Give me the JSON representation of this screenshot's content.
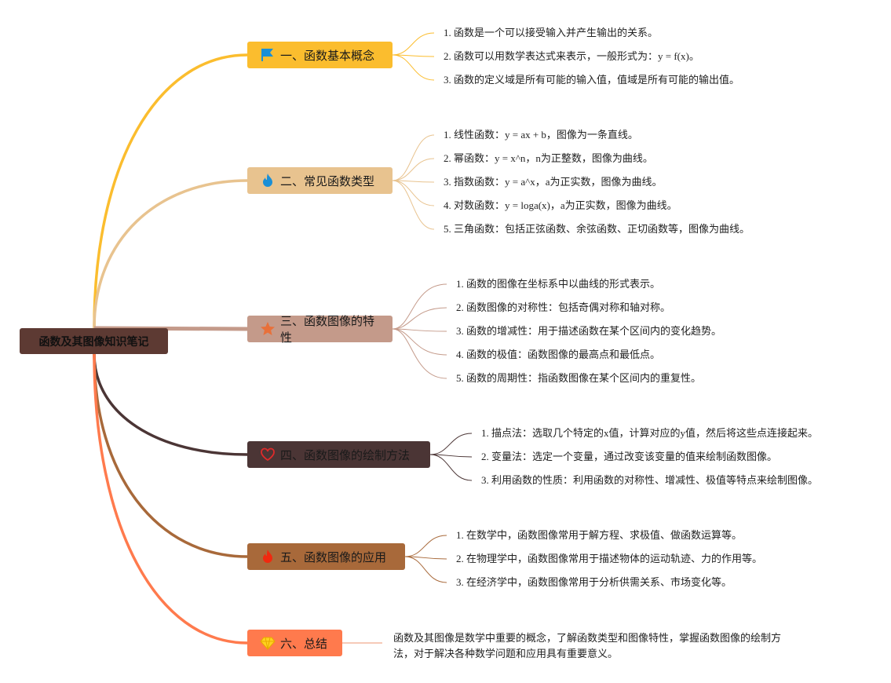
{
  "root": {
    "title": "函数及其图像知识笔记",
    "color": "#5d3a33"
  },
  "branches": [
    {
      "label": "一、函数基本概念",
      "icon": "flag-icon",
      "color": "#fbbd2e",
      "items": [
        "1. 函数是一个可以接受输入并产生输出的关系。",
        "2. 函数可以用数学表达式来表示，一般形式为：y = f(x)。",
        "3. 函数的定义域是所有可能的输入值，值域是所有可能的输出值。"
      ]
    },
    {
      "label": "二、常见函数类型",
      "icon": "fire-icon",
      "color": "#e8c38f",
      "items": [
        "1. 线性函数：y = ax + b，图像为一条直线。",
        "2. 幂函数：y = x^n，n为正整数，图像为曲线。",
        "3. 指数函数：y = a^x，a为正实数，图像为曲线。",
        "4. 对数函数：y = loga(x)，a为正实数，图像为曲线。",
        "5. 三角函数：包括正弦函数、余弦函数、正切函数等，图像为曲线。"
      ]
    },
    {
      "label": "三、函数图像的特性",
      "icon": "star-icon",
      "color": "#c49a8a",
      "items": [
        "1. 函数的图像在坐标系中以曲线的形式表示。",
        "2. 函数图像的对称性：包括奇偶对称和轴对称。",
        "3. 函数的增减性：用于描述函数在某个区间内的变化趋势。",
        "4. 函数的极值：函数图像的最高点和最低点。",
        "5. 函数的周期性：指函数图像在某个区间内的重复性。"
      ]
    },
    {
      "label": "四、函数图像的绘制方法",
      "icon": "heart-icon",
      "color": "#4b3535",
      "items": [
        "1. 描点法：选取几个特定的x值，计算对应的y值，然后将这些点连接起来。",
        "2. 变量法：选定一个变量，通过改变该变量的值来绘制函数图像。",
        "3. 利用函数的性质：利用函数的对称性、增减性、极值等特点来绘制图像。"
      ]
    },
    {
      "label": "五、函数图像的应用",
      "icon": "fire-icon",
      "color": "#a8693a",
      "items": [
        "1. 在数学中，函数图像常用于解方程、求极值、做函数运算等。",
        "2. 在物理学中，函数图像常用于描述物体的运动轨迹、力的作用等。",
        "3. 在经济学中，函数图像常用于分析供需关系、市场变化等。"
      ]
    },
    {
      "label": "六、总结",
      "icon": "diamond-icon",
      "color": "#ff7a4d",
      "summary": "函数及其图像是数学中重要的概念，了解函数类型和图像特性，掌握函数图像的绘制方法，对于解决各种数学问题和应用具有重要意义。"
    }
  ]
}
